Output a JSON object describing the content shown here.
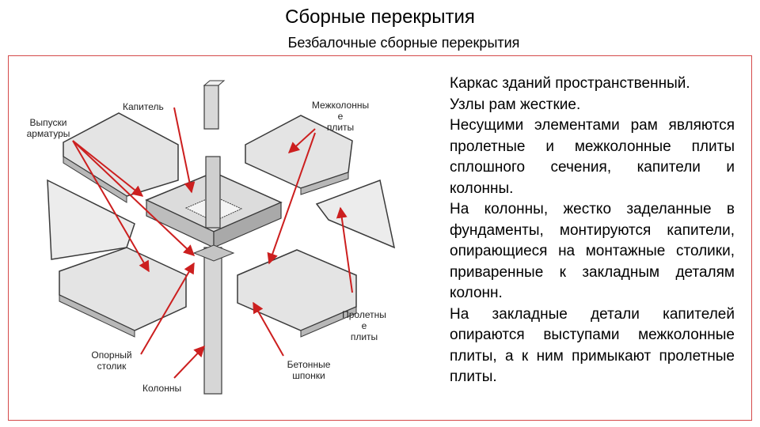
{
  "header": {
    "title": "Сборные перекрытия",
    "subtitle": "Безбалочные сборные перекрытия"
  },
  "diagram": {
    "labels": {
      "kapitel": "Капитель",
      "vypuski": "Выпуски арматуры",
      "mezhkolonnye_1": "Межколонны",
      "mezhkolonnye_2": "е",
      "mezhkolonnye_3": "плиты",
      "proletnye_1": "Пролетны",
      "proletnye_2": "е",
      "proletnye_3": "плиты",
      "opornyi": "Опорный столик",
      "kolonny": "Колонны",
      "betonnye": "Бетонные шпонки"
    },
    "colors": {
      "arrow": "#cc1f1f",
      "frame": "#d44a4a",
      "slab": "#e4e4e4",
      "edge": "#3a3a3a"
    }
  },
  "text": {
    "lines": [
      "Каркас зданий пространственный.",
      "Узлы рам жесткие.",
      "Несущими элементами рам являются пролетные и межколонные плиты сплошного сечения, капители и колонны.",
      "На колонны, жестко заделанные в фундаменты, монтируются капители, опирающиеся на монтажные столики, приваренные к закладным деталям колонн.",
      "На закладные детали капителей опираются выступами межколонные плиты, а к ним примыкают пролетные плиты."
    ]
  }
}
